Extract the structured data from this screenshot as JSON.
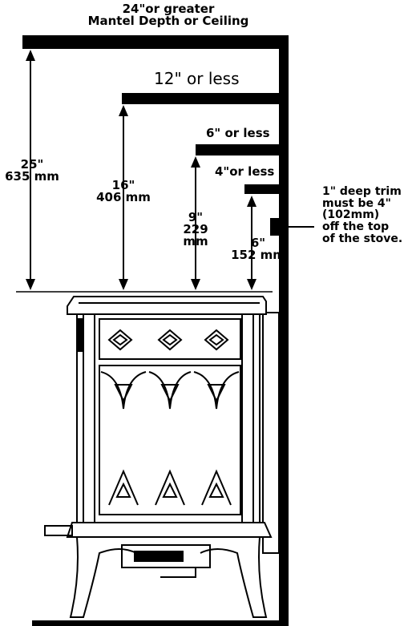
{
  "header": {
    "line1": "24\"or greater",
    "line2": "Mantel Depth or Ceiling"
  },
  "shelves": [
    {
      "id": "mantel-12",
      "label": "12\" or less"
    },
    {
      "id": "mantel-6",
      "label": "6\" or less"
    },
    {
      "id": "mantel-4",
      "label": "4\"or less"
    }
  ],
  "clearances": [
    {
      "id": "clearance-25",
      "line1": "25\"",
      "line2": "635 mm"
    },
    {
      "id": "clearance-16",
      "line1": "16\"",
      "line2": "406 mm"
    },
    {
      "id": "clearance-9",
      "line1": "9\"",
      "line2": "229",
      "line3": "mm"
    },
    {
      "id": "clearance-6",
      "line1": "6\"",
      "line2": "152 mm"
    }
  ],
  "trim_note": {
    "line1": "1\" deep trim",
    "line2": "must be 4\"",
    "line3": "(102mm)",
    "line4": "off  the top",
    "line5": "of the stove."
  },
  "colors": {
    "ink": "#000000",
    "paper": "#ffffff"
  }
}
